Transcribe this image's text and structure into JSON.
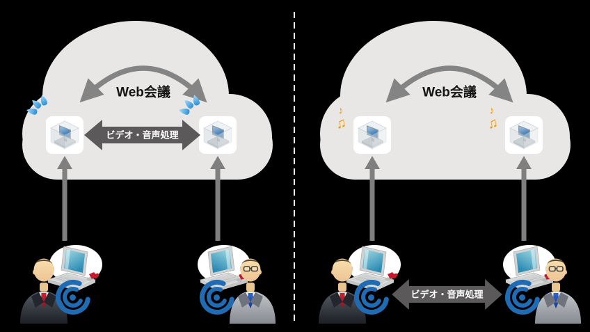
{
  "diagram": {
    "title": "Web conference cloud processing comparison",
    "panels": {
      "left": {
        "conference_label": "Web会議",
        "processing_label": "ビデオ・音声処理",
        "mood_icon": "sweat-drops",
        "processing_location": "cloud-servers"
      },
      "right": {
        "conference_label": "Web会議",
        "processing_label": "ビデオ・音声処理",
        "mood_icon": "music-notes",
        "notes": [
          "♪",
          "♫"
        ],
        "processing_location": "user-devices"
      }
    },
    "colors": {
      "background": "#000000",
      "cloud": "#e8e7e5",
      "arrow_gray": "#848484",
      "upload_arrow_gray": "#7f7f7f",
      "processing_arrow_dark": "#5b5959",
      "conference_text": "#141414",
      "processing_text": "#ffffff",
      "sweat_blue": "#2a8fd8",
      "note_orange": "#f39800",
      "wave_blue": "#1f6cb5",
      "tie_red_left_user": "#b32433",
      "tie_blue_right_user": "#2f66d6",
      "divider": "#ffffff"
    }
  }
}
